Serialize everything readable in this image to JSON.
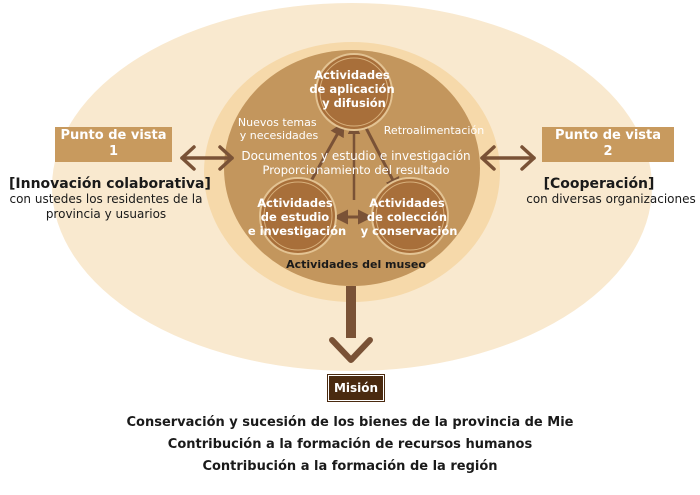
{
  "core": {
    "title": "Actividades del museo",
    "center_line1": "Documentos y estudio e investigación",
    "center_line2": "Proporcionamiento del resultado",
    "label_top_left": [
      "Nuevos temas",
      "y necesidades"
    ],
    "label_top_right": "Retroalimentación",
    "activities": [
      {
        "lines": [
          "Actividades",
          "de aplicación",
          "y difusión"
        ]
      },
      {
        "lines": [
          "Actividades",
          "de estudio",
          "e investigación"
        ]
      },
      {
        "lines": [
          "Actividades",
          "de colección",
          "y conservación"
        ]
      }
    ]
  },
  "left": {
    "box_lines": [
      "Punto de vista",
      "1"
    ],
    "title": "[Innovación colaborativa]",
    "sub_lines": [
      "con ustedes los residentes de la",
      "provincia y usuarios"
    ]
  },
  "right": {
    "box_lines": [
      "Punto de vista",
      "2"
    ],
    "title": "[Cooperación]",
    "sub_lines": [
      "con diversas organizaciones"
    ]
  },
  "mission": {
    "label": "Misión",
    "lines": [
      "Conservación y sucesión de los bienes de la provincia de Mie",
      "Contribución a la formación de recursos humanos",
      "Contribución a la formación de la región"
    ]
  },
  "colors": {
    "outer_ellipse": "#f9e9cf",
    "middle_ring": "#f6d9aa",
    "inner_circle": "#c3965d",
    "node": "#a86f3a",
    "arrow": "#7a5236",
    "side_box": "#c89a5e",
    "mission_box": "#4a2a10"
  }
}
